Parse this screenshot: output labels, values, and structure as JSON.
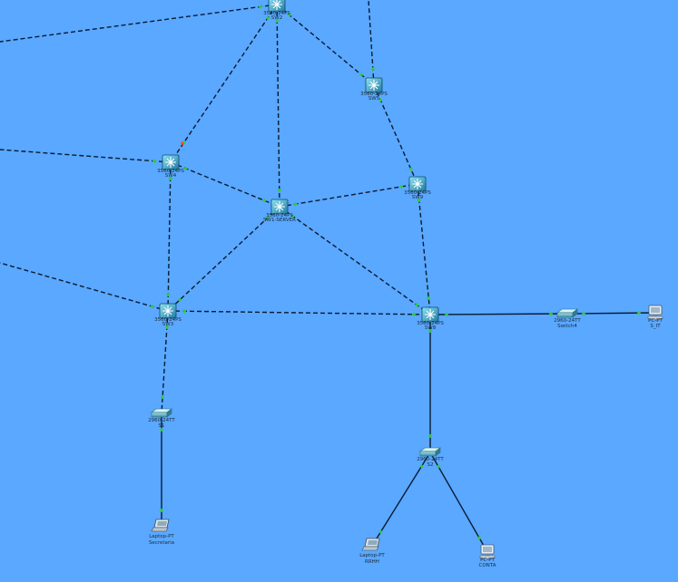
{
  "colors": {
    "background": "#5aa8ff",
    "dashed_link": "#0a1a33",
    "solid_link": "#0a1a33",
    "port_up": "#2ecc40",
    "port_down": "#ff4b2b",
    "switch_body": "#2a8fb3"
  },
  "devices": [
    {
      "id": "sw2",
      "model": "3560-24PS",
      "name": "SW2",
      "icon": "multilayer-switch-icon"
    },
    {
      "id": "sw5",
      "model": "3560-24PS",
      "name": "SW5",
      "icon": "multilayer-switch-icon"
    },
    {
      "id": "sw4",
      "model": "3560-24PS",
      "name": "SW4",
      "icon": "multilayer-switch-icon"
    },
    {
      "id": "swserver",
      "model": "3560-24PS",
      "name": "SW1-SERVER",
      "icon": "multilayer-switch-icon"
    },
    {
      "id": "sw9",
      "model": "3560-24PS",
      "name": "SW9",
      "icon": "multilayer-switch-icon"
    },
    {
      "id": "sw3",
      "model": "3560-24PS",
      "name": "SW3",
      "icon": "multilayer-switch-icon"
    },
    {
      "id": "sw8",
      "model": "3560-24PS",
      "name": "SW8",
      "icon": "multilayer-switch-icon"
    },
    {
      "id": "switch4",
      "model": "2960-24TT",
      "name": "Switch4",
      "icon": "access-switch-icon"
    },
    {
      "id": "pc_it",
      "model": "PC-PT",
      "name": "S_IT",
      "icon": "pc-icon"
    },
    {
      "id": "s1",
      "model": "2960-24TT",
      "name": "S1",
      "icon": "access-switch-icon"
    },
    {
      "id": "s2",
      "model": "2960-24TT",
      "name": "S2",
      "icon": "access-switch-icon"
    },
    {
      "id": "lap_sec",
      "model": "Laptop-PT",
      "name": "Secretaria",
      "icon": "laptop-icon"
    },
    {
      "id": "lap_rrhh",
      "model": "Laptop-PT",
      "name": "RRHH",
      "icon": "laptop-icon"
    },
    {
      "id": "pc_conta",
      "model": "PC-PT",
      "name": "CONTA",
      "icon": "pc-icon"
    }
  ],
  "links": [
    {
      "from": "sw2",
      "to": "edge_top_left",
      "style": "dashed"
    },
    {
      "from": "sw2",
      "to": "sw4",
      "style": "dashed",
      "from_state": "up",
      "to_state": "down"
    },
    {
      "from": "sw2",
      "to": "swserver",
      "style": "dashed"
    },
    {
      "from": "sw2",
      "to": "sw5",
      "style": "dashed"
    },
    {
      "from": "sw5",
      "to": "edge_top",
      "style": "dashed"
    },
    {
      "from": "sw5",
      "to": "sw9",
      "style": "dashed"
    },
    {
      "from": "sw4",
      "to": "edge_left_mid",
      "style": "dashed"
    },
    {
      "from": "sw4",
      "to": "swserver",
      "style": "dashed"
    },
    {
      "from": "sw4",
      "to": "sw3",
      "style": "dashed"
    },
    {
      "from": "swserver",
      "to": "sw9",
      "style": "dashed"
    },
    {
      "from": "swserver",
      "to": "sw3",
      "style": "dashed"
    },
    {
      "from": "swserver",
      "to": "sw8",
      "style": "dashed"
    },
    {
      "from": "sw9",
      "to": "sw8",
      "style": "dashed"
    },
    {
      "from": "sw3",
      "to": "edge_left_low",
      "style": "dashed"
    },
    {
      "from": "sw3",
      "to": "sw8",
      "style": "dashed"
    },
    {
      "from": "sw3",
      "to": "s1",
      "style": "dashed"
    },
    {
      "from": "sw8",
      "to": "switch4",
      "style": "solid"
    },
    {
      "from": "switch4",
      "to": "pc_it",
      "style": "solid"
    },
    {
      "from": "sw8",
      "to": "s2",
      "style": "solid"
    },
    {
      "from": "s1",
      "to": "lap_sec",
      "style": "solid"
    },
    {
      "from": "s2",
      "to": "lap_rrhh",
      "style": "solid"
    },
    {
      "from": "s2",
      "to": "pc_conta",
      "style": "solid"
    }
  ]
}
